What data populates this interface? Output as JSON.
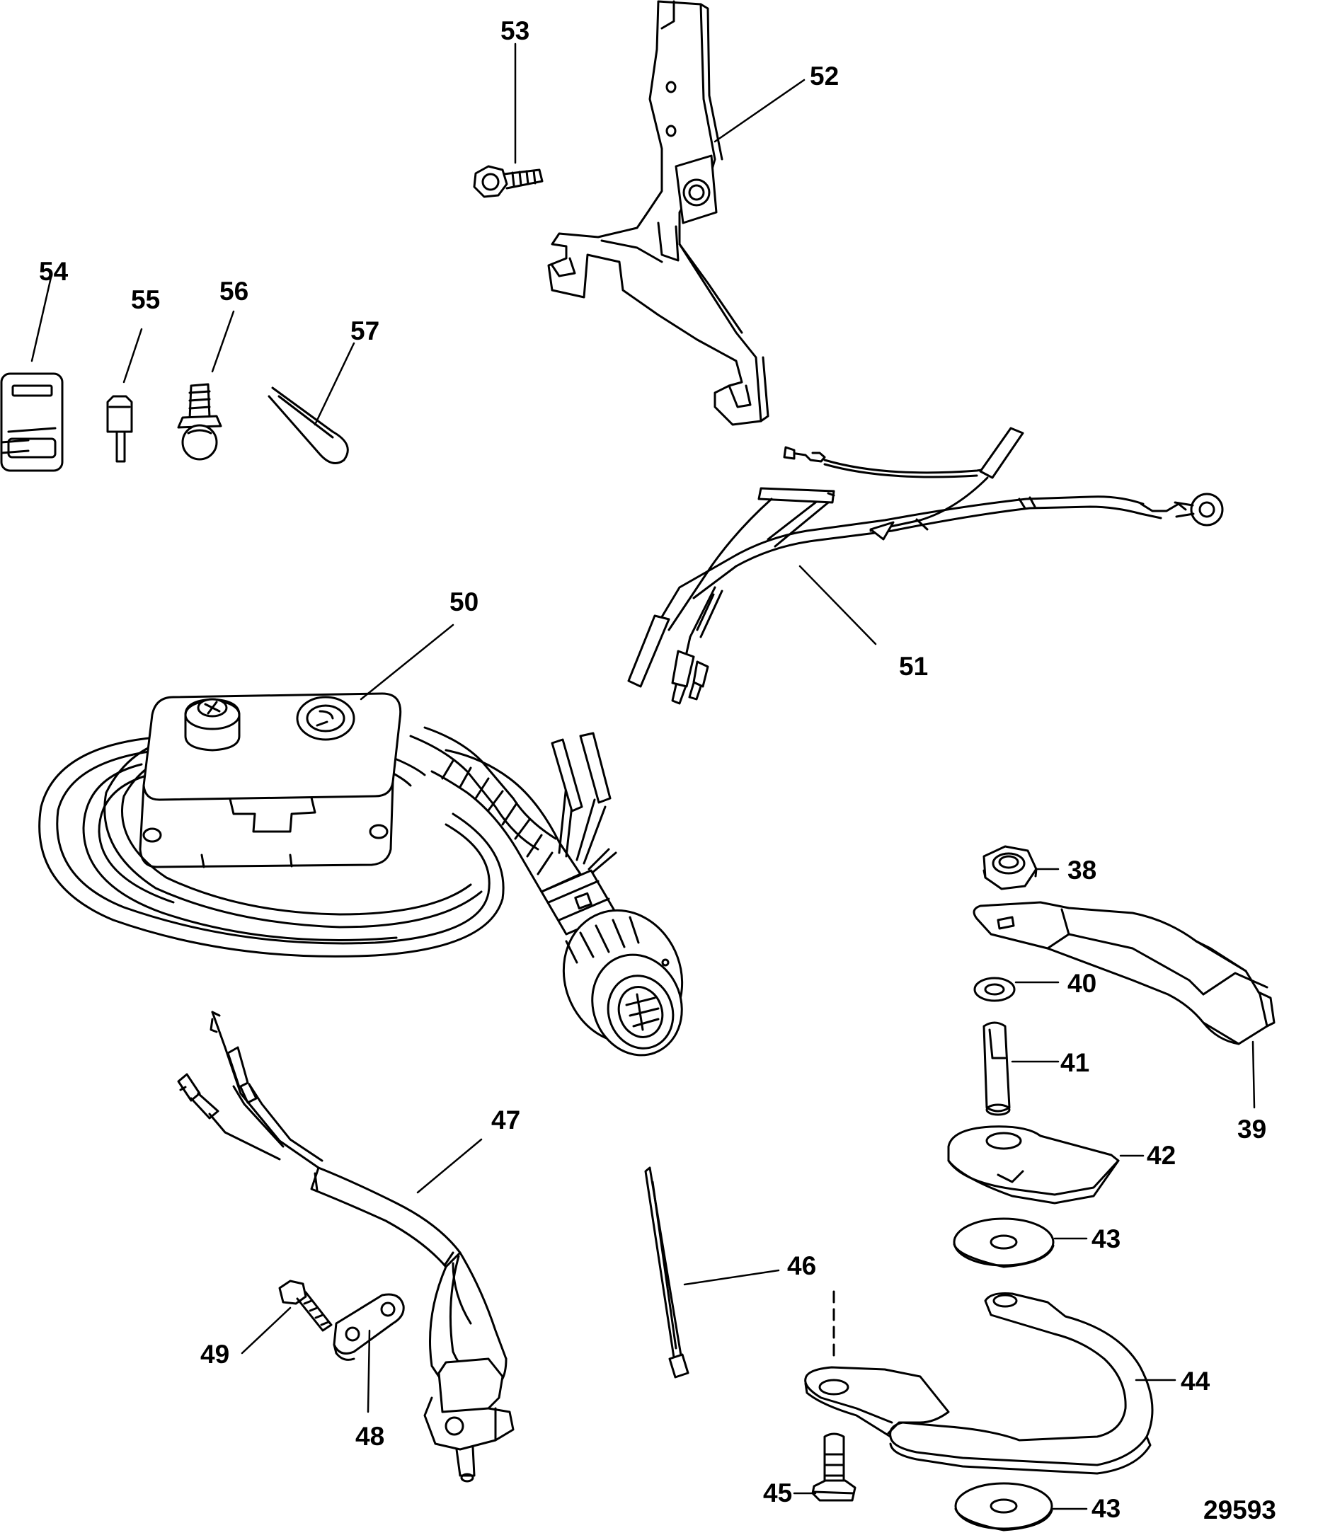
{
  "diagram": {
    "figure_number": "29593",
    "callouts": [
      {
        "id": "c53",
        "text": "53"
      },
      {
        "id": "c52",
        "text": "52"
      },
      {
        "id": "c54",
        "text": "54"
      },
      {
        "id": "c55",
        "text": "55"
      },
      {
        "id": "c56",
        "text": "56"
      },
      {
        "id": "c57",
        "text": "57"
      },
      {
        "id": "c50",
        "text": "50"
      },
      {
        "id": "c51",
        "text": "51"
      },
      {
        "id": "c38",
        "text": "38"
      },
      {
        "id": "c40",
        "text": "40"
      },
      {
        "id": "c41",
        "text": "41"
      },
      {
        "id": "c39",
        "text": "39"
      },
      {
        "id": "c42",
        "text": "42"
      },
      {
        "id": "c43a",
        "text": "43"
      },
      {
        "id": "c44",
        "text": "44"
      },
      {
        "id": "c45",
        "text": "45"
      },
      {
        "id": "c43b",
        "text": "43"
      },
      {
        "id": "c46",
        "text": "46"
      },
      {
        "id": "c47",
        "text": "47"
      },
      {
        "id": "c49",
        "text": "49"
      },
      {
        "id": "c48",
        "text": "48"
      }
    ]
  }
}
